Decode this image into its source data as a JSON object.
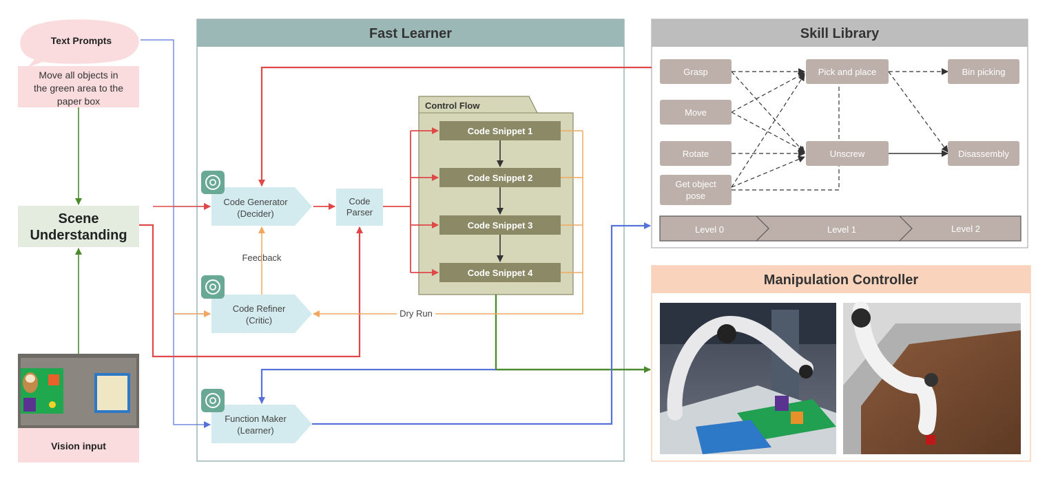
{
  "text_prompts": {
    "label": "Text Prompts",
    "prompt_lines": [
      "Move all objects in",
      "the green area to the",
      "paper box"
    ]
  },
  "scene_understanding": {
    "lines": [
      "Scene",
      "Understanding"
    ]
  },
  "vision_input": {
    "label": "Vision input"
  },
  "fast_learner": {
    "title": "Fast Learner",
    "code_generator": {
      "lines": [
        "Code Generator",
        "(Decider)"
      ]
    },
    "code_parser": {
      "lines": [
        "Code",
        "Parser"
      ]
    },
    "code_refiner": {
      "lines": [
        "Code Refiner",
        "(Critic)"
      ]
    },
    "function_maker": {
      "lines": [
        "Function Maker",
        "(Learner)"
      ]
    },
    "feedback_label": "Feedback",
    "dry_run_label": "Dry Run",
    "control_flow": {
      "title": "Control Flow",
      "snippets": [
        "Code Snippet 1",
        "Code Snippet 2",
        "Code Snippet 3",
        "Code Snippet 4"
      ]
    }
  },
  "skill_library": {
    "title": "Skill Library",
    "level0": [
      "Grasp",
      "Move",
      "Rotate",
      "Get object pose"
    ],
    "level1": [
      "Pick and place",
      "Unscrew"
    ],
    "level2": [
      "Bin picking",
      "Disassembly"
    ],
    "levels": [
      "Level 0",
      "Level 1",
      "Level 2"
    ]
  },
  "manipulation_controller": {
    "title": "Manipulation Controller"
  },
  "colors": {
    "red": "#e04848",
    "blue": "#5572d8",
    "green": "#4c8a2e",
    "orange": "#f0a860",
    "teal_box": "#d3ebee",
    "snippet": "#8c8a66",
    "skill_chip": "#bdb0aa"
  }
}
